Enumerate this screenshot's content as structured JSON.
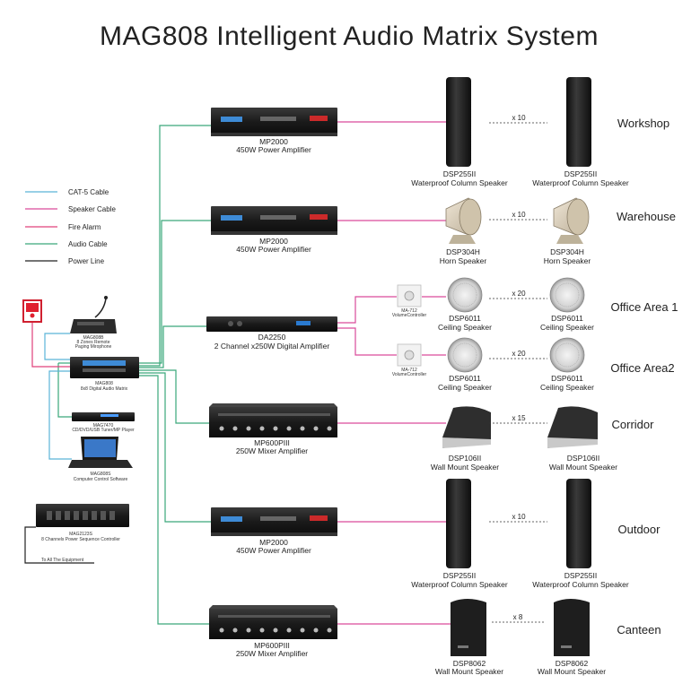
{
  "title": "MAG808 Intelligent Audio Matrix System",
  "legend": [
    {
      "label": "CAT-5  Cable",
      "color": "#5ab4d8"
    },
    {
      "label": "Speaker Cable",
      "color": "#d94a9a"
    },
    {
      "label": "Fire Alarm",
      "color": "#e0407a"
    },
    {
      "label": "Audio Cable",
      "color": "#3aa87a"
    },
    {
      "label": "Power Line",
      "color": "#222222"
    }
  ],
  "zones": [
    "Workshop",
    "Warehouse",
    "Office Area 1",
    "Office Area2",
    "Corridor",
    "Outdoor",
    "Canteen"
  ],
  "multipliers": [
    "x 10",
    "x 10",
    "x 20",
    "x 20",
    "x 15",
    "x 10",
    "x 8"
  ],
  "amplifiers": [
    {
      "model": "MP2000",
      "desc": "450W Power Amplifier"
    },
    {
      "model": "MP2000",
      "desc": "450W Power Amplifier"
    },
    {
      "model": "DA2250",
      "desc": "2 Channel x250W  Digital Amplifier"
    },
    {
      "model": "MP600PIII",
      "desc": "250W Mixer Amplifier"
    },
    {
      "model": "MP2000",
      "desc": "450W Power Amplifier"
    },
    {
      "model": "MP600PIII",
      "desc": "250W Mixer Amplifier"
    }
  ],
  "speakers": {
    "workshop": {
      "model": "DSP255II",
      "desc": "Waterproof Column Speaker"
    },
    "warehouse": {
      "model": "DSP304H",
      "desc": "Horn Speaker"
    },
    "office1": {
      "model": "DSP6011",
      "desc": "Ceiling Speaker"
    },
    "office2": {
      "model": "DSP6011",
      "desc": "Ceiling Speaker"
    },
    "corridor": {
      "model": "DSP106II",
      "desc": "Wall Mount Speaker"
    },
    "outdoor": {
      "model": "DSP255II",
      "desc": "Waterproof Column Speaker"
    },
    "canteen": {
      "model": "DSP8062",
      "desc": "Wall Mount Speaker"
    }
  },
  "volume_controllers": [
    {
      "model": "MA-712",
      "desc": "VolumeController"
    },
    {
      "model": "MA-712",
      "desc": "VolumeController"
    }
  ],
  "source_devices": {
    "mic": {
      "model": "MAG808B",
      "desc": "8 Zones Remote",
      "desc2": "Paging Mirophone"
    },
    "matrix": {
      "model": "MAG808",
      "desc": "8x8 Digital Audio Matrix"
    },
    "player": {
      "model": "MAG7470",
      "desc": "CD/DVD/USB Tuner/MP Player"
    },
    "software": {
      "model": "MAG808S",
      "desc": "Computer Control Software"
    },
    "sequencer": {
      "model": "MAG2123S",
      "desc": "8 Channels Power Sequence Controller"
    },
    "equipment_label": "To All The Equipment"
  },
  "colors": {
    "cat5": "#5ab4d8",
    "speaker": "#d94a9a",
    "fire": "#e0407a",
    "audio": "#3aa87a",
    "power": "#222222",
    "device_dark": "#1e1e1e"
  }
}
